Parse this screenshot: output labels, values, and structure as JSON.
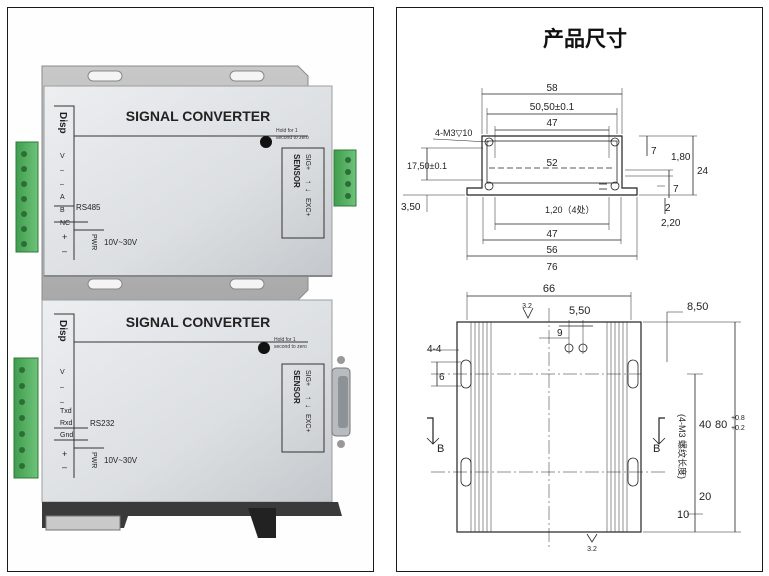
{
  "photo": {
    "top_device": {
      "title": "SIGNAL CONVERTER",
      "disp": "Disp",
      "hold_line1": "Hold for 1",
      "hold_line2": "second to zero",
      "sensor": "SENSOR",
      "sig_plus": "SIG+",
      "exc_plus": "EXC+",
      "arrow_up": "↑",
      "arrow_down": "↓",
      "v": "V",
      "minus_a": "–",
      "minus_b": "–",
      "A": "A",
      "B": "B",
      "NC": "NC",
      "rs": "RS485",
      "plus": "+",
      "minus_c": "–",
      "pwr": "PWR",
      "voltage": "10V~30V"
    },
    "bottom_device": {
      "title": "SIGNAL CONVERTER",
      "disp": "Disp",
      "hold_line1": "Hold for 1",
      "hold_line2": "second to zero",
      "sensor": "SENSOR",
      "sig_plus": "SIG+",
      "exc_plus": "EXC+",
      "arrow_up": "↑",
      "arrow_down": "↓",
      "v": "V",
      "minus_a": "–",
      "minus_b": "–",
      "txd": "Txd",
      "rxd": "Rxd",
      "gnd": "Gnd",
      "rs": "RS232",
      "plus": "+",
      "minus_c": "–",
      "pwr": "PWR",
      "voltage": "10V~30V"
    }
  },
  "drawing": {
    "title": "产品尺寸",
    "profile": {
      "d58": "58",
      "d50_50": "50,50±0.1",
      "d47_top": "47",
      "m3": "4-M3▽10",
      "d17_50": "17,50±0.1",
      "d52": "52",
      "d3_50": "3,50",
      "d1_20": "1,20（4处）",
      "d47_bot": "47",
      "d56": "56",
      "d76": "76",
      "d7_a": "7",
      "d1_80": "1,80",
      "d24": "24",
      "d7_b": "7",
      "d2": "2",
      "d2_20": "2,20"
    },
    "plan": {
      "d66": "66",
      "d8_50": "8,50",
      "rough_top": "3.2",
      "d5_50": "5,50",
      "d9": "9",
      "d4_4": "4-4",
      "d6": "6",
      "section_B_left": "B",
      "section_B_right": "B",
      "thread_note": "(4-M3 螺纹长度)",
      "d40": "40",
      "d80": "80",
      "tol_plus": "+0.8",
      "tol_minus": "+0.2",
      "d20": "20",
      "d10": "10",
      "rough_bottom": "3.2"
    }
  }
}
